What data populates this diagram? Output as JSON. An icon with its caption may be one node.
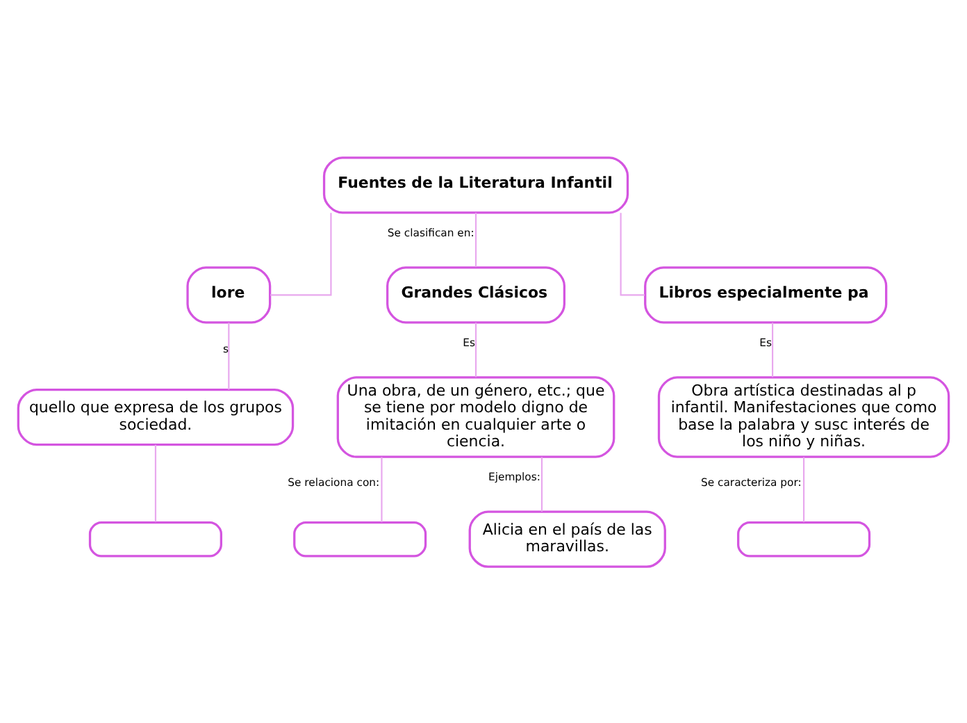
{
  "diagram": {
    "nodes": [
      {
        "text": [
          "Fuentes de la Literatura Infantil"
        ]
      },
      {
        "text": [
          "lore"
        ]
      },
      {
        "text": [
          "Grandes Clásicos"
        ]
      },
      {
        "text": [
          "Libros especialmente pa"
        ]
      },
      {
        "text": [
          "quello que expresa de los grupos sociedad."
        ]
      },
      {
        "text": [
          "Una obra, de un género, etc.; que se tiene por modelo digno de imitación en cualquier arte o ciencia."
        ]
      },
      {
        "text": [
          "Obra artística destinadas al p infantil. Manifestaciones que como base la palabra y susc interés de los niño y niñas."
        ]
      },
      {
        "text": [],
        "shape": "box"
      },
      {
        "text": [],
        "shape": "box"
      },
      {
        "text": [
          "Alicia en el país de las maravillas."
        ]
      },
      {
        "text": [],
        "shape": "box"
      }
    ],
    "edges": [
      {
        "from": 0,
        "to": 1,
        "arrow": "none"
      },
      {
        "from": 0,
        "to": 2,
        "arrow": "none",
        "label": "Se clasifican en:"
      },
      {
        "from": 0,
        "to": 3,
        "arrow": "none"
      },
      {
        "from": 1,
        "to": 4,
        "arrow": "none",
        "label": "s"
      },
      {
        "from": 2,
        "to": 5,
        "arrow": "none",
        "label": "Es"
      },
      {
        "from": 3,
        "to": 6,
        "arrow": "none",
        "label": "Es"
      },
      {
        "from": 4,
        "to": 7,
        "arrow": "none"
      },
      {
        "from": 5,
        "to": 8,
        "arrow": "none",
        "label": "Se relaciona con:"
      },
      {
        "from": 5,
        "to": 9,
        "arrow": "none",
        "label": "Ejemplos:"
      },
      {
        "from": 6,
        "to": 10,
        "arrow": "none",
        "label": "Se caracteriza por:"
      }
    ]
  }
}
